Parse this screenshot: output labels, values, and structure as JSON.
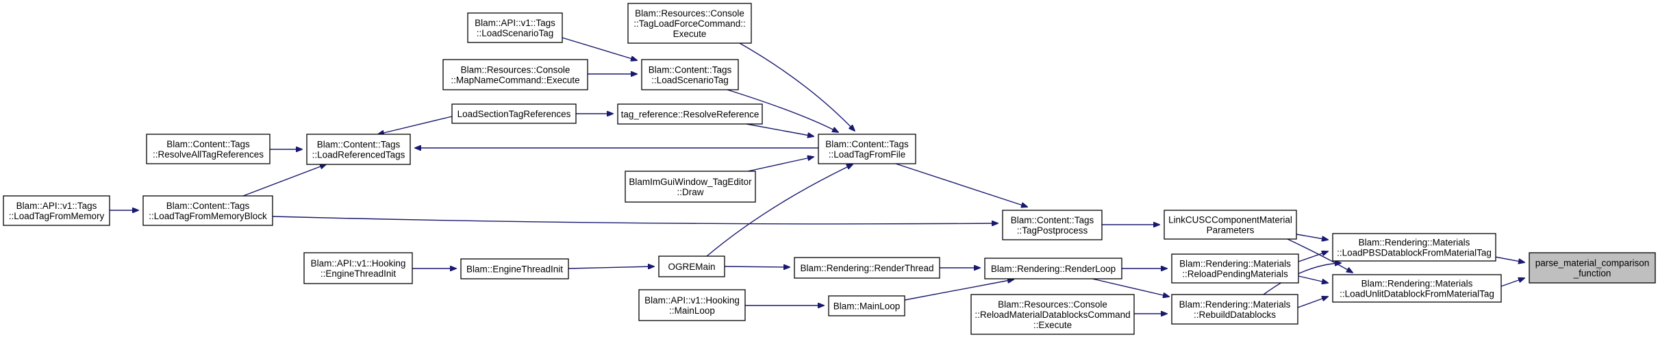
{
  "graph": {
    "type": "call-graph",
    "edge_color": "#191970",
    "root_fill": "#bfbfbf",
    "nodes": [
      {
        "id": "pmcf",
        "lines": [
          "parse_material_comparison",
          "_function"
        ],
        "root": true
      },
      {
        "id": "pbs",
        "lines": [
          "Blam::Rendering::Materials",
          "::LoadPBSDatablockFromMaterialTag"
        ]
      },
      {
        "id": "unlit",
        "lines": [
          "Blam::Rendering::Materials",
          "::LoadUnlitDatablockFromMaterialTag"
        ]
      },
      {
        "id": "linkcusc",
        "lines": [
          "LinkCUSCComponentMaterial",
          "Parameters"
        ]
      },
      {
        "id": "reloadpending",
        "lines": [
          "Blam::Rendering::Materials",
          "::ReloadPendingMaterials"
        ]
      },
      {
        "id": "rebuild",
        "lines": [
          "Blam::Rendering::Materials",
          "::RebuildDatablocks"
        ]
      },
      {
        "id": "postprocess",
        "lines": [
          "Blam::Content::Tags",
          "::TagPostprocess"
        ]
      },
      {
        "id": "renderloop",
        "lines": [
          "Blam::Rendering::RenderLoop"
        ]
      },
      {
        "id": "reloadcmd",
        "lines": [
          "Blam::Resources::Console",
          "::ReloadMaterialDatablocksCommand",
          "::Execute"
        ]
      },
      {
        "id": "loadtagfromfile",
        "lines": [
          "Blam::Content::Tags",
          "::LoadTagFromFile"
        ]
      },
      {
        "id": "loadfrommemblock",
        "lines": [
          "Blam::Content::Tags",
          "::LoadTagFromMemoryBlock"
        ]
      },
      {
        "id": "renderthread",
        "lines": [
          "Blam::Rendering::RenderThread"
        ]
      },
      {
        "id": "mainloop",
        "lines": [
          "Blam::MainLoop"
        ]
      },
      {
        "id": "ogremain",
        "lines": [
          "OGREMain"
        ]
      },
      {
        "id": "hookmainloop",
        "lines": [
          "Blam::API::v1::Hooking",
          "::MainLoop"
        ]
      },
      {
        "id": "enginethreadinit",
        "lines": [
          "Blam::EngineThreadInit"
        ]
      },
      {
        "id": "hookenginethread",
        "lines": [
          "Blam::API::v1::Hooking",
          "::EngineThreadInit"
        ]
      },
      {
        "id": "apiloadfrommemory",
        "lines": [
          "Blam::API::v1::Tags",
          "::LoadTagFromMemory"
        ]
      },
      {
        "id": "loadreferenced",
        "lines": [
          "Blam::Content::Tags",
          "::LoadReferencedTags"
        ]
      },
      {
        "id": "resolveall",
        "lines": [
          "Blam::Content::Tags",
          "::ResolveAllTagReferences"
        ]
      },
      {
        "id": "loadsection",
        "lines": [
          "LoadSectionTagReferences"
        ]
      },
      {
        "id": "resolveref",
        "lines": [
          "tag_reference::ResolveReference"
        ]
      },
      {
        "id": "imgui",
        "lines": [
          "BlamImGuiWindow_TagEditor",
          "::Draw"
        ]
      },
      {
        "id": "loadscenario",
        "lines": [
          "Blam::Content::Tags",
          "::LoadScenarioTag"
        ]
      },
      {
        "id": "apiloadscenario",
        "lines": [
          "Blam::API::v1::Tags",
          "::LoadScenarioTag"
        ]
      },
      {
        "id": "mapnamecmd",
        "lines": [
          "Blam::Resources::Console",
          "::MapNameCommand::Execute"
        ]
      },
      {
        "id": "forcecmd",
        "lines": [
          "Blam::Resources::Console",
          "::TagLoadForceCommand::",
          "Execute"
        ]
      }
    ]
  }
}
